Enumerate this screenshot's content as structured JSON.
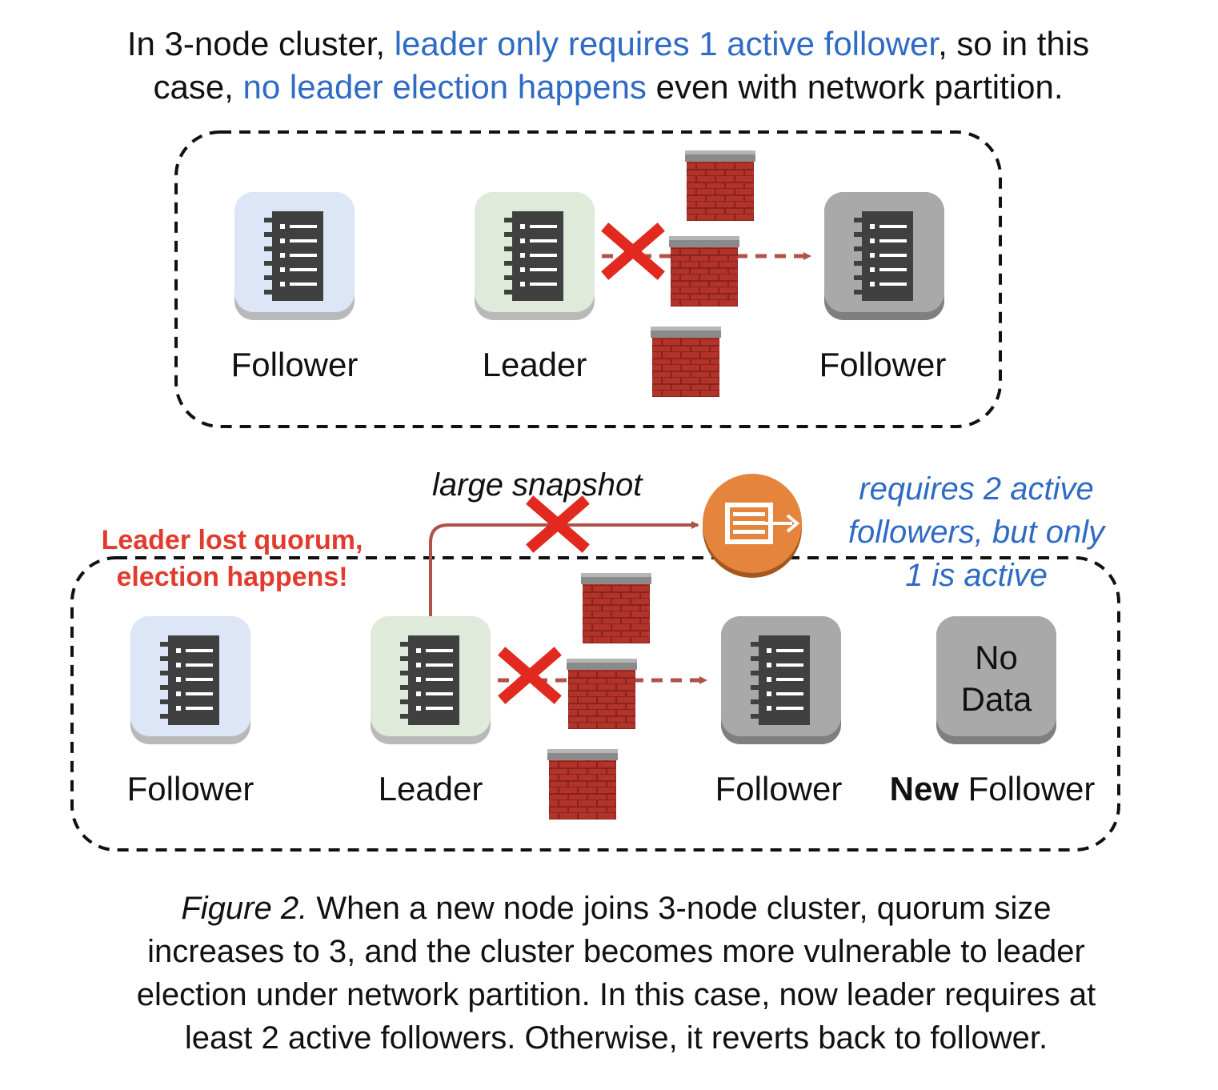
{
  "heading": {
    "part1": "In 3-node cluster, ",
    "part2_highlight": "leader only requires 1 active follower",
    "part3": ", so in this",
    "part4": "case, ",
    "part5_highlight": "no leader election happens",
    "part6": " even with network partition."
  },
  "top_cluster": {
    "follower_left": "Follower",
    "leader": "Leader",
    "follower_right": "Follower"
  },
  "bottom_cluster": {
    "follower_left": "Follower",
    "leader": "Leader",
    "follower_right": "Follower",
    "new_follower_bold": "New",
    "new_follower_rest": " Follower",
    "no_data_line1": "No",
    "no_data_line2": "Data",
    "snapshot_label": "large snapshot",
    "quorum_note_line1": "Leader lost quorum,",
    "quorum_note_line2": "election happens!",
    "requires_line1": "requires 2 active",
    "requires_line2": "followers, but only",
    "requires_line3": "1 is active"
  },
  "caption": {
    "figure_label": "Figure 2.",
    "line1": " When a new node joins 3-node cluster, quorum size",
    "line2": "increases to 3, and the cluster becomes more vulnerable to leader",
    "line3": "election under network partition. In this case, now leader requires at",
    "line4": "least 2 active followers. Otherwise, it reverts back to follower."
  },
  "colors": {
    "follower_box": "#dce6f6",
    "leader_box": "#dfeadb",
    "isolated_box": "#a9a9a9",
    "server_icon": "#404040",
    "firewall_brick": "#b1332a",
    "firewall_cap": "#8a8a8a",
    "cross_mark": "#e1291f",
    "arrow": "#b0524a",
    "snapshot_node": "#e5853d",
    "highlight_text": "#2f6bc4",
    "warning_text": "#e23b2e"
  }
}
